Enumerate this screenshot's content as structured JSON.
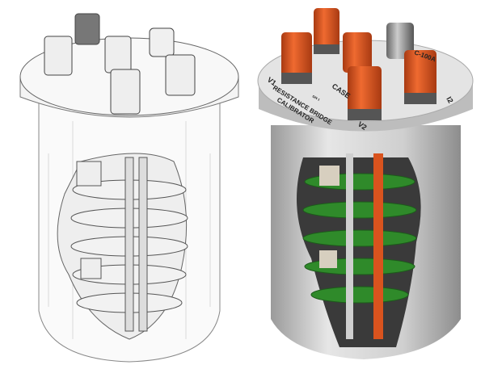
{
  "left_render": {
    "style": "x-ray wireframe"
  },
  "right_render": {
    "style": "shaded cutaway",
    "labels": {
      "v1": "V1",
      "v2": "V2",
      "i2": "I2",
      "case": "CASE",
      "connector": "C-100A",
      "serial": "S/N 1",
      "title_line1": "RESISTANCE BRIDGE",
      "title_line2": "CALIBRATOR"
    }
  },
  "colors": {
    "terminal": "#d9531e",
    "board": "#2f8a2a",
    "body": "#c9c9c9",
    "connector": "#5a5a5a"
  }
}
